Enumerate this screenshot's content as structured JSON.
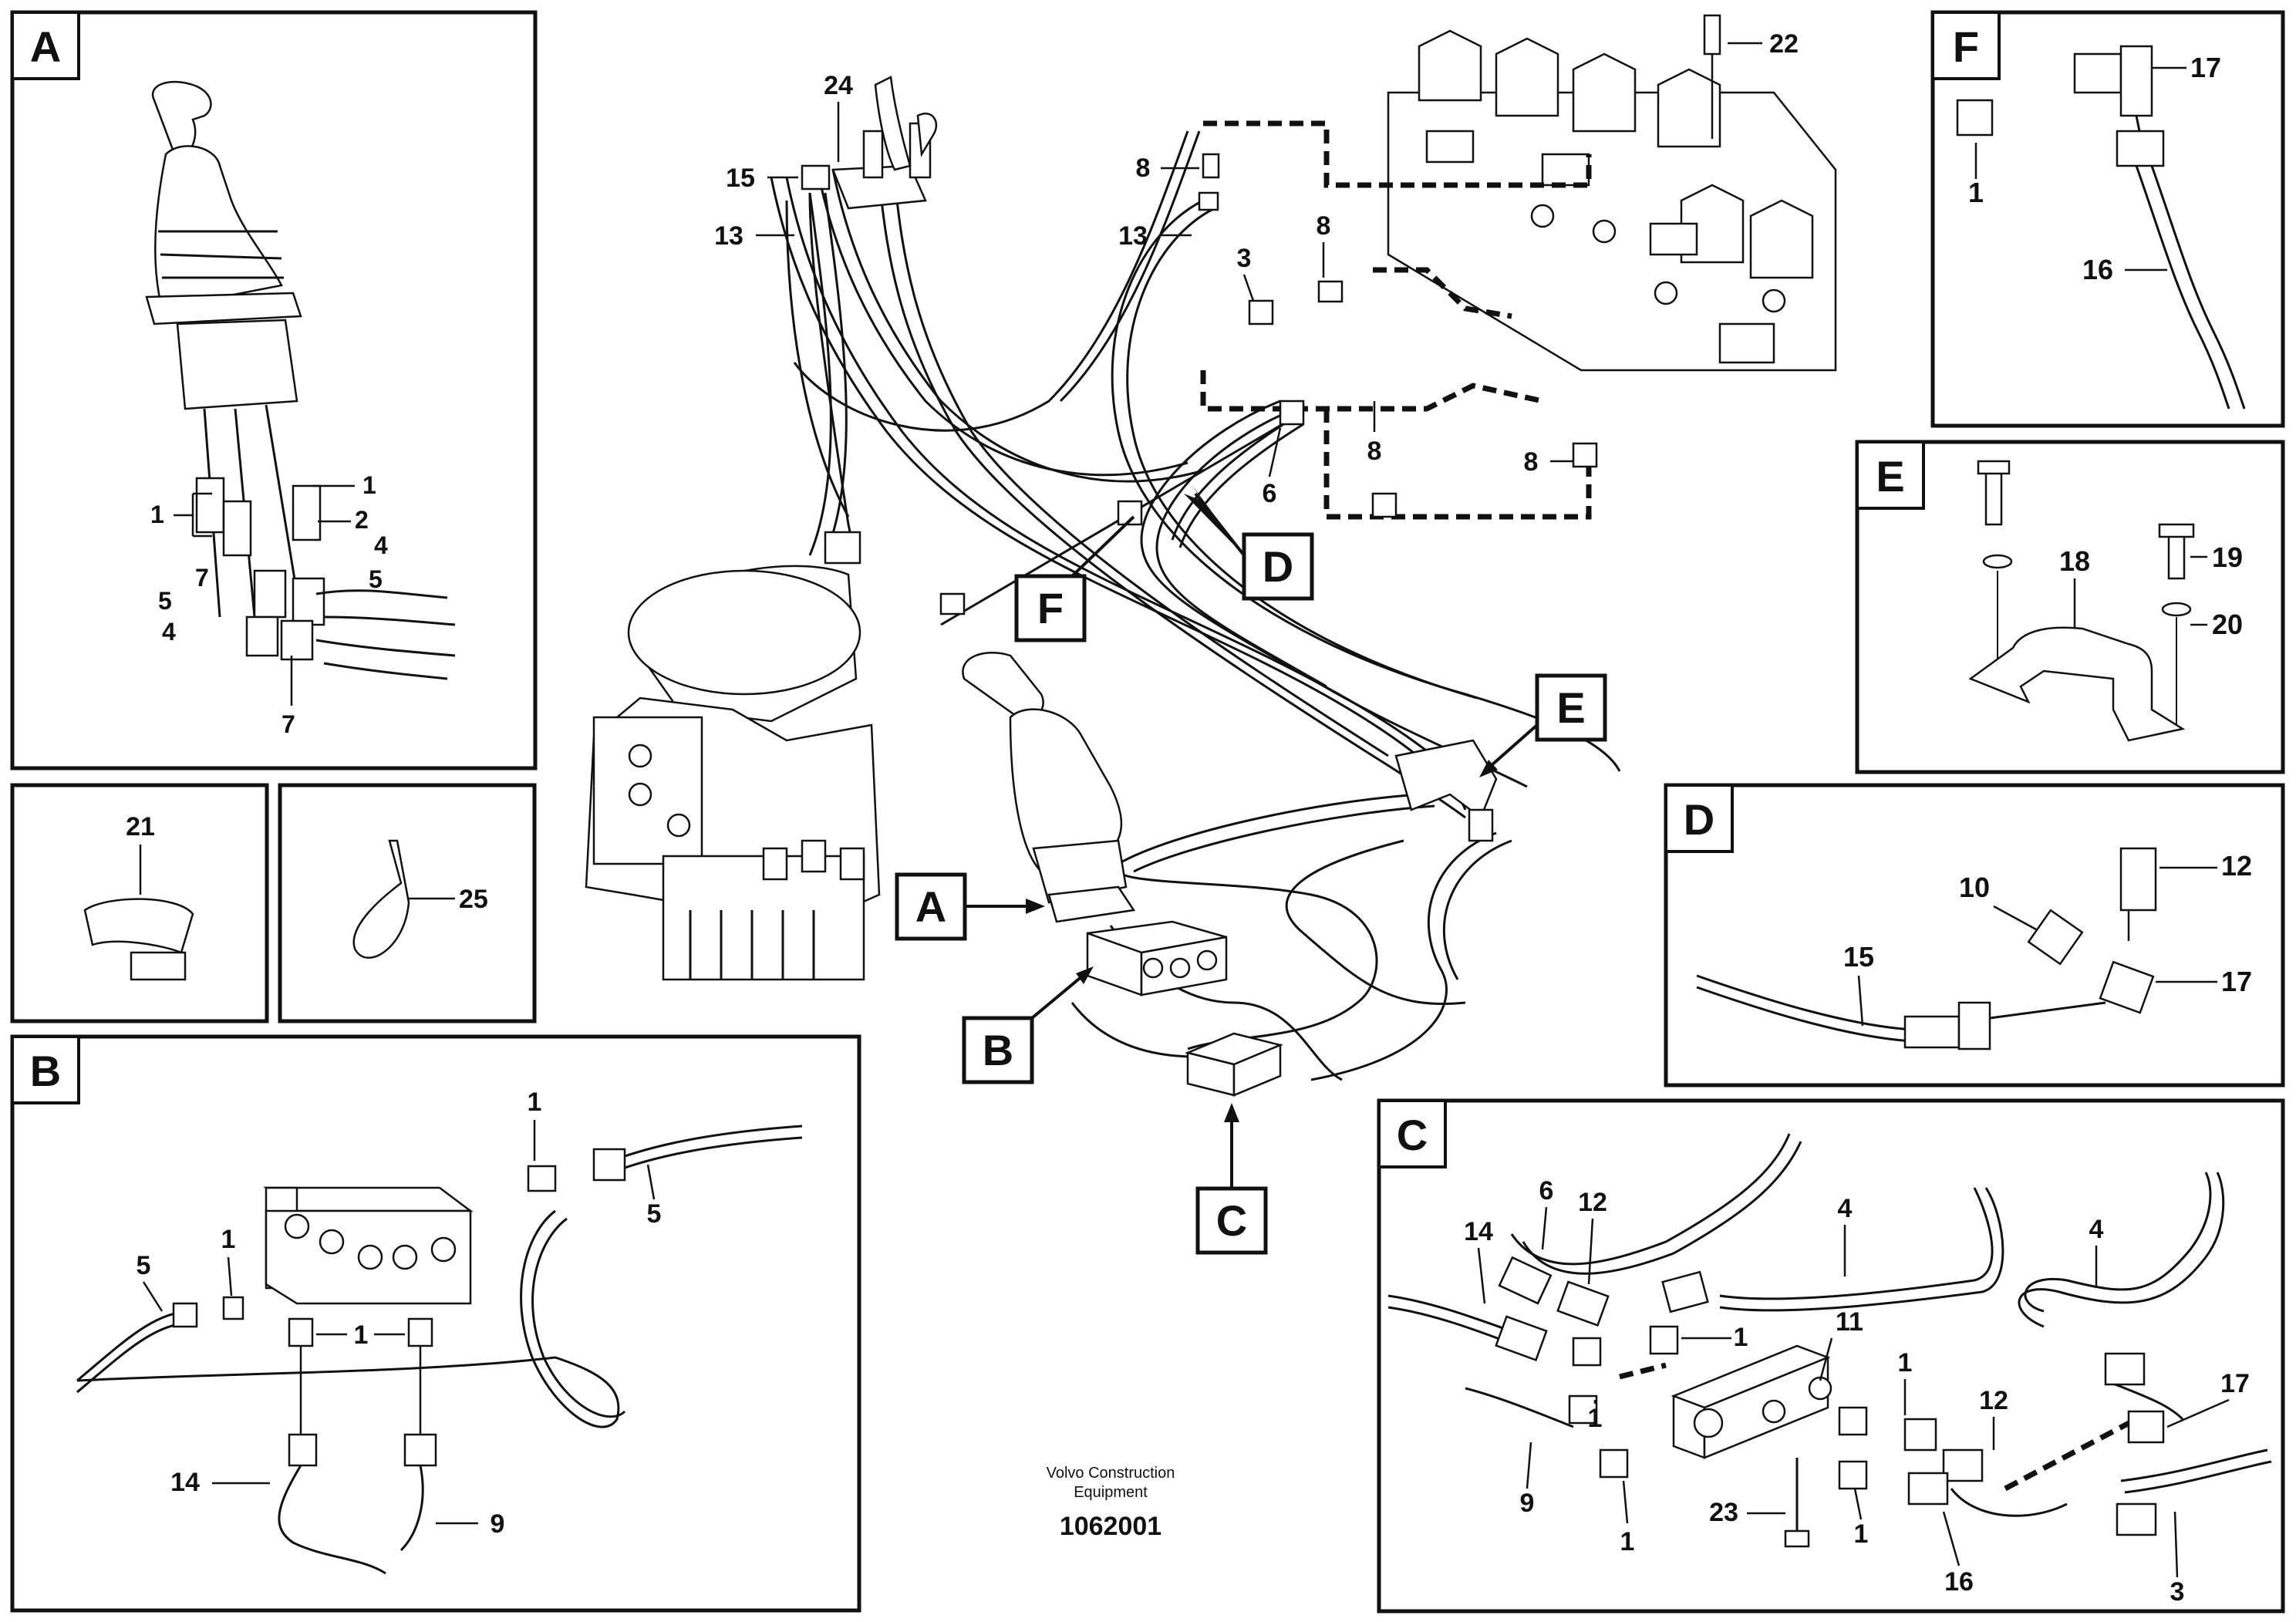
{
  "footer": {
    "brand_line1": "Volvo Construction",
    "brand_line2": "Equipment",
    "ref_number": "1062001"
  },
  "panels": {
    "A": "A",
    "B": "B",
    "C": "C",
    "D": "D",
    "E": "E",
    "F": "F"
  },
  "tags": {
    "A": "A",
    "B": "B",
    "C": "C",
    "D": "D",
    "E": "E",
    "F": "F"
  },
  "main_labels": {
    "24": "24",
    "22": "22",
    "15": "15",
    "13a": "13",
    "13b": "13",
    "8a": "8",
    "8b": "8",
    "8c": "8",
    "8d": "8",
    "3": "3",
    "6": "6"
  },
  "panel_A_labels": {
    "1a": "1",
    "1b": "1",
    "2": "2",
    "7a": "7",
    "4a": "4",
    "5a": "5",
    "5b": "5",
    "4b": "4",
    "7b": "7"
  },
  "panel_21": "21",
  "panel_25": "25",
  "panel_B_labels": {
    "1a": "1",
    "5a": "5",
    "1b": "1",
    "5b": "5",
    "1c": "1",
    "14": "14",
    "9": "9"
  },
  "panel_C_labels": {
    "6": "6",
    "12a": "12",
    "4a": "4",
    "14": "14",
    "1a": "1",
    "11": "11",
    "4b": "4",
    "1b": "1",
    "1c": "1",
    "12b": "12",
    "17": "17",
    "9": "9",
    "23": "23",
    "1d": "1",
    "16": "16",
    "1e": "1",
    "3": "3"
  },
  "panel_D_labels": {
    "12": "12",
    "10": "10",
    "15": "15",
    "17": "17"
  },
  "panel_E_labels": {
    "18": "18",
    "19": "19",
    "20": "20"
  },
  "panel_F_labels": {
    "17": "17",
    "1": "1",
    "16": "16"
  }
}
